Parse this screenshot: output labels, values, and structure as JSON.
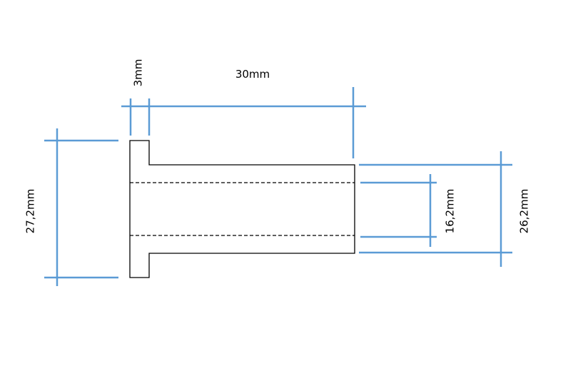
{
  "diagram": {
    "part_name": "",
    "dimensions": {
      "flange_thickness": "3mm",
      "sleeve_length": "30mm",
      "flange_diameter": "27,2mm",
      "inner_diameter": "16,2mm",
      "outer_diameter": "26,2mm"
    }
  },
  "colors": {
    "dimension_lines": "#5b9bd5",
    "part_outline": "#000000",
    "background": "#ffffff"
  }
}
